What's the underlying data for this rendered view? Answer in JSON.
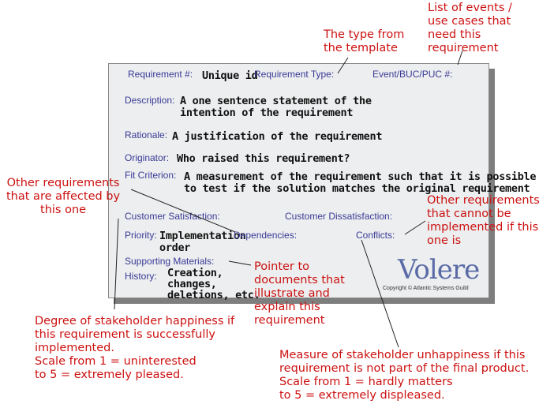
{
  "card": {
    "requirement_label": "Requirement #:",
    "requirement_value": "Unique id",
    "type_label": "Requirement Type:",
    "event_label": "Event/BUC/PUC #:",
    "description_label": "Description:",
    "description_line1": "A one sentence statement of the",
    "description_line2": "intention of the requirement",
    "rationale_label": "Rationale:",
    "rationale_value": "A justification of the requirement",
    "originator_label": "Originator:",
    "originator_value": "Who raised this requirement?",
    "fit_label": "Fit Criterion:",
    "fit_line1": "A measurement of the requirement such that it is possible",
    "fit_line2": "to test if the solution matches the original requirement",
    "satisfaction_label": "Customer Satisfaction:",
    "dissatisfaction_label": "Customer Dissatisfaction:",
    "priority_label": "Priority:",
    "priority_line1": "Implementation",
    "priority_line2": "order",
    "dependencies_label": "Dependencies:",
    "conflicts_label": "Conflicts:",
    "supporting_label": "Supporting Materials:",
    "history_label": "History:",
    "history_line1": "Creation,",
    "history_line2": "changes,",
    "history_line3": "deletions, etc.",
    "logo": "Volere",
    "copyright": "Copyright © Atlantic Systems Guild"
  },
  "annotations": {
    "events": [
      "List of events /",
      "use cases that",
      "need this",
      "requirement"
    ],
    "type": [
      "The type from",
      "the template"
    ],
    "dependencies": [
      "Other requirements",
      "that are affected by",
      "this one"
    ],
    "conflicts": [
      "Other requirements",
      "that cannot be",
      "implemented if this",
      "one is"
    ],
    "supporting": [
      "Pointer to",
      "documents that",
      "illustrate and",
      "explain this",
      "requirement"
    ],
    "satisfaction": [
      "Degree of stakeholder happiness if",
      "this requirement is successfully",
      "implemented.",
      "Scale from 1 = uninterested",
      "to 5 = extremely pleased."
    ],
    "dissatisfaction": [
      "Measure of stakeholder unhappiness if this",
      "requirement is not part of the final product.",
      "Scale from 1 = hardly matters",
      "to 5 = extremely displeased."
    ]
  }
}
